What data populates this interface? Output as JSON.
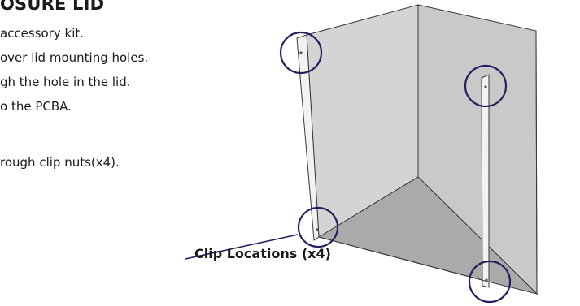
{
  "heading": "OSURE LID",
  "steps": [
    "accessory kit.",
    "over lid mounting holes.",
    "gh the hole in the lid.",
    "o the PCBA.",
    "",
    "rough clip nuts(x4)."
  ],
  "callout": {
    "label": "Clip Locations (x4)"
  },
  "colors": {
    "circle": "#232060",
    "panel": "#cfcfcf",
    "floor": "#a9a9a9",
    "outline": "#3a3a3a"
  }
}
